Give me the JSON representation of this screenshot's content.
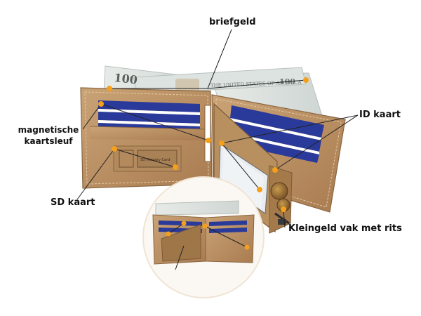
{
  "labels": {
    "banknotes": "briefgeld",
    "id_card": "ID kaart",
    "magnetic_slot": "magnetische\nkaartsleuf",
    "sd_card": "SD kaart",
    "coin_zip": "Kleingeld vak met rits"
  },
  "wallet_prints": {
    "banknote_value": "100",
    "banknote_text": "THE UNITED STATES OF AMERICA",
    "sd_card_text": "SD Memory Card"
  },
  "colors": {
    "leather": "#c49a6c",
    "leather_dark": "#9c7448",
    "card_blue": "#2a3a9a",
    "banknote": "#dfe4e2",
    "callout_dot": "#f4a01c",
    "label_text": "#111111"
  }
}
